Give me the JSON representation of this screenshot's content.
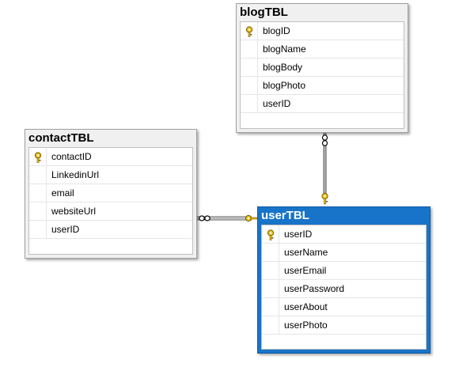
{
  "tables": {
    "blog": {
      "name": "blogTBL",
      "columns": [
        "blogID",
        "blogName",
        "blogBody",
        "blogPhoto",
        "userID"
      ]
    },
    "contact": {
      "name": "contactTBL",
      "columns": [
        "contactID",
        "LinkedinUrl",
        "email",
        "websiteUrl",
        "userID"
      ]
    },
    "user": {
      "name": "userTBL",
      "columns": [
        "userID",
        "userName",
        "userEmail",
        "userPassword",
        "userAbout",
        "userPhoto"
      ]
    }
  },
  "icons": {
    "primary_key": "key-icon",
    "infinity": "infinity-icon"
  },
  "colors": {
    "selected_header": "#1874c8",
    "key_gold": "#e8c01a"
  }
}
